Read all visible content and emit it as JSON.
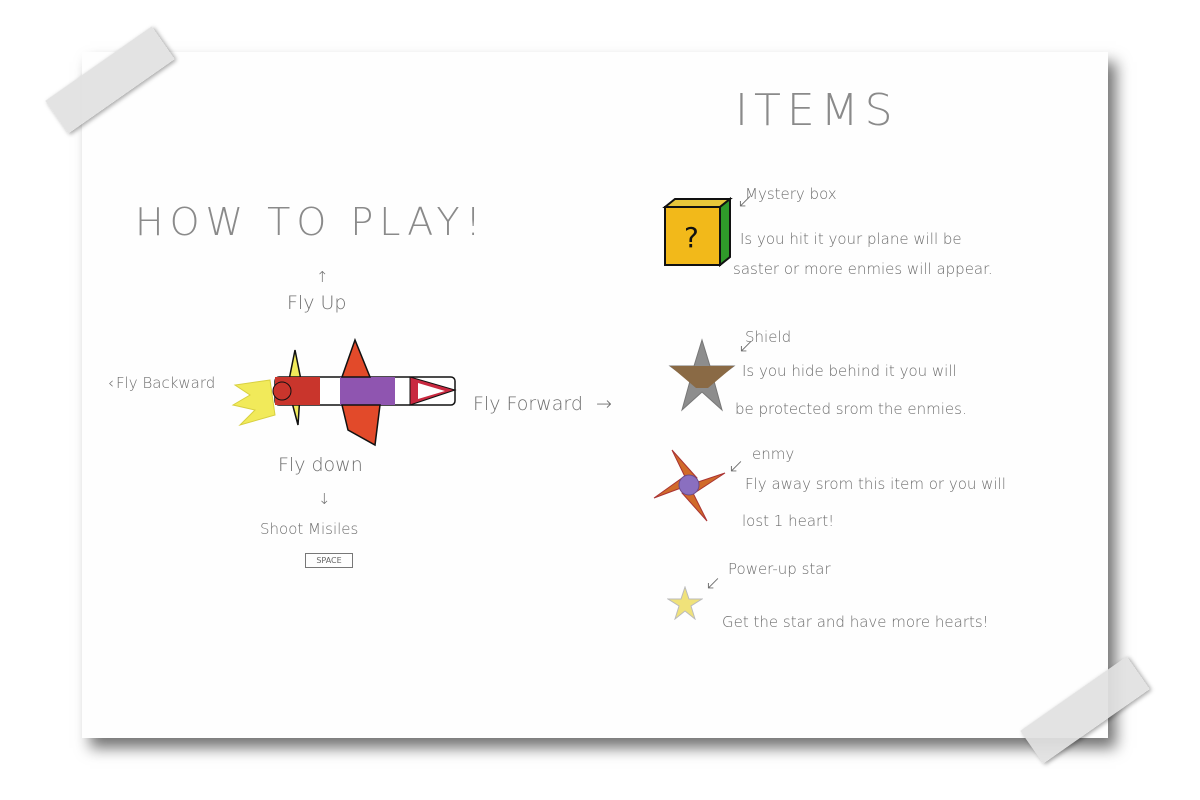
{
  "how_to_play": {
    "title": "HOW TO PLAY!",
    "fly_up": "Fly Up",
    "fly_down": "Fly down",
    "fly_backward": "Fly Backward",
    "fly_forward": "Fly Forward",
    "shoot": "Shoot Misiles",
    "space_key": "SPACE",
    "arrow_up": "↑",
    "arrow_down": "↓",
    "arrow_left": "‹",
    "arrow_right": "→"
  },
  "items": {
    "title": "ITEMS",
    "list": [
      {
        "name": "Mystery box",
        "line1": "Is you hit it your plane will be",
        "line2": "saster or more enmies will appear."
      },
      {
        "name": "Shield",
        "line1": "Is you hide behind it you will",
        "line2": "be protected srom the enmies."
      },
      {
        "name": "enmy",
        "line1": "Fly away srom this item or you will",
        "line2": "lost 1 heart!"
      },
      {
        "name": "Power-up star",
        "line1": "Get the star and have more hearts!"
      }
    ],
    "pointer_arrow": "↙"
  }
}
